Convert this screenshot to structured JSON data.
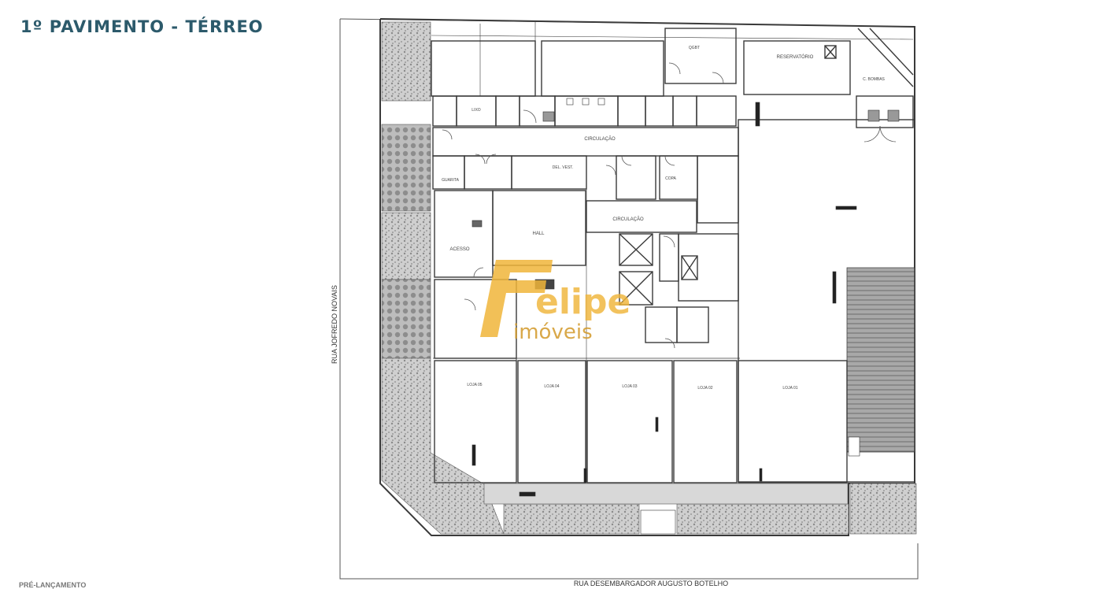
{
  "header": {
    "title": "1º PAVIMENTO - TÉRREO"
  },
  "footer": {
    "label": "PRÉ-LANÇAMENTO"
  },
  "streets": {
    "left": "RUA JOFREDO NOVAIS",
    "bottom": "RUA DESEMBARGADOR AUGUSTO BOTELHO"
  },
  "rooms": {
    "reservatorio": "RESERVATÓRIO",
    "qgbt": "QGBT",
    "c_bombas": "C. BOMBAS",
    "circulacao_top": "CIRCULAÇÃO",
    "circulacao_mid": "CIRCULAÇÃO",
    "copa": "COPA",
    "guarita": "GUARITA",
    "del_vest": "DEL. VEST.",
    "acesso": "ACESSO",
    "hall": "HALL",
    "loja_05": "LOJA 05",
    "loja_04": "LOJA 04",
    "loja_03": "LOJA 03",
    "loja_02": "LOJA 02",
    "loja_01": "LOJA 01",
    "lixo": "LIXO"
  },
  "watermark": {
    "brand": "elipe",
    "sub": "imóveis"
  },
  "colors": {
    "title": "#2c5a6b",
    "line": "#3a3a3a",
    "watermark": "#f0b53a"
  }
}
